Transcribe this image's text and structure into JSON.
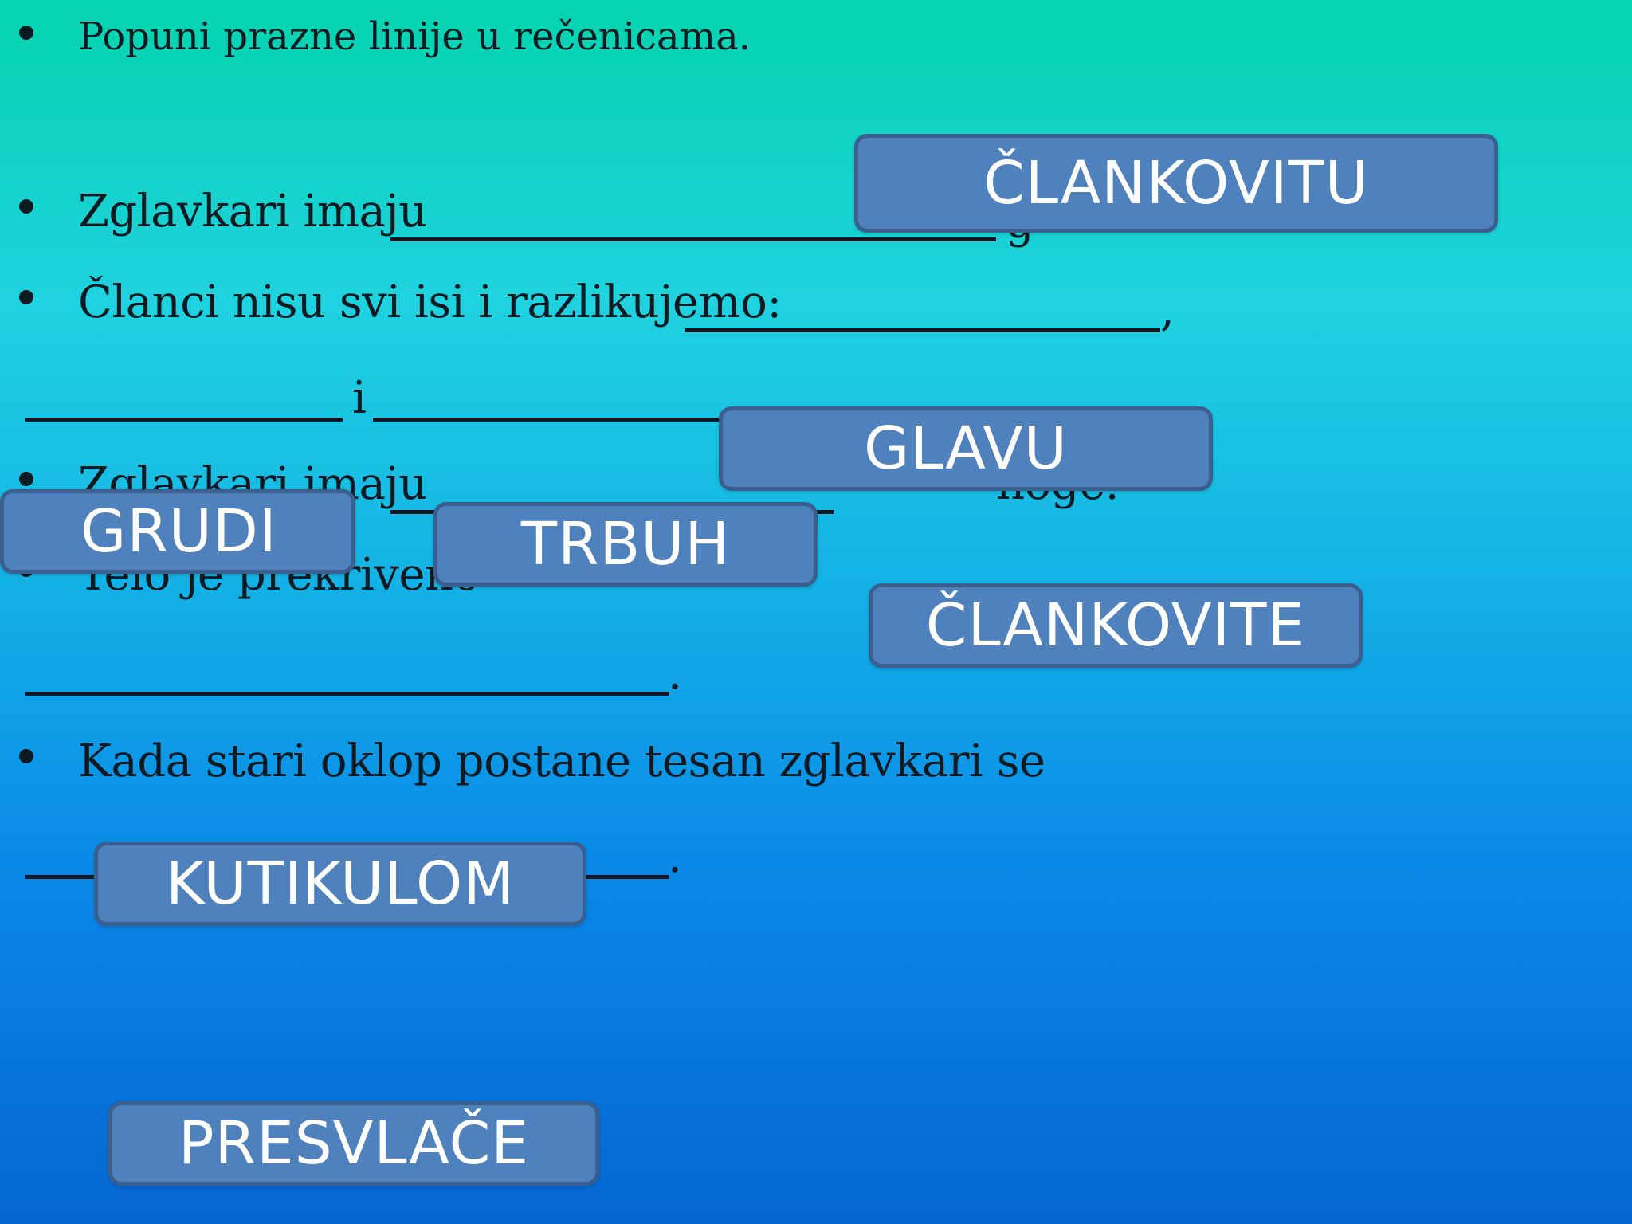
{
  "instruction": "Popuni prazne linije u rečenicama.",
  "sentences": {
    "s1": "Zglavkari imaju",
    "s1_tail": "g",
    "s2": "Članci nisu svi isi i razlikujemo:",
    "s2_comma": ",",
    "s2_and": "i",
    "s3": "Zglavkari imaju",
    "s3_tail": "noge.",
    "s4": "Telo je prekriveno",
    "s4_end": ".",
    "s5": "Kada stari oklop postane tesan zglavkari se",
    "s5_end": "."
  },
  "word_cards": {
    "clankovitu": "ČLANKOVITU",
    "glavu": "GLAVU",
    "grudi": "GRUDI",
    "trbuh": "TRBUH",
    "clankovite": "ČLANKOVITE",
    "kutikulom": "KUTIKULOM",
    "presvlace": "PRESVLAČE"
  },
  "colors": {
    "card_fill": "#4f81bd",
    "card_border": "#3a5f8f",
    "text": "#0e1a22"
  }
}
